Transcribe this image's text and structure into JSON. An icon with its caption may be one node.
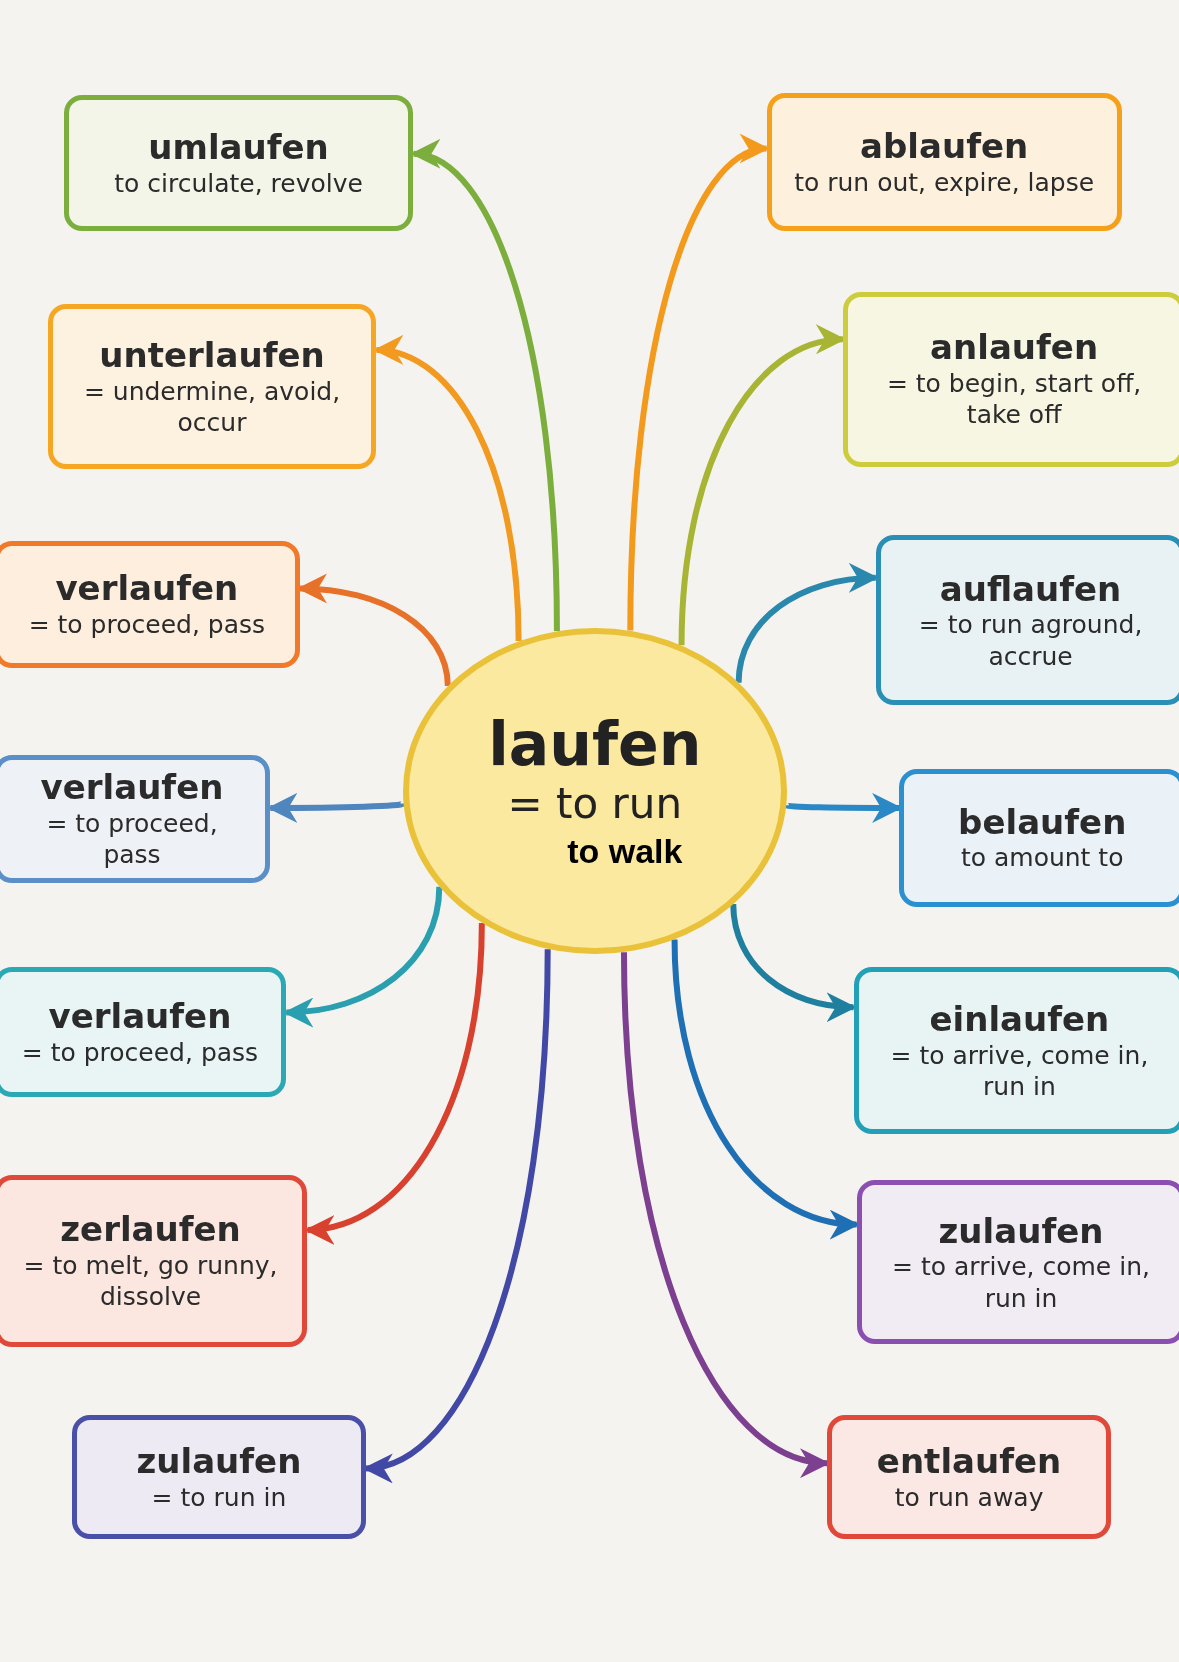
{
  "diagram": {
    "nodes": [
      {
        "text": [
          "laufen",
          "= to run",
          "to walk"
        ]
      },
      {
        "text": [
          "umlaufen",
          "to circulate, revolve"
        ]
      },
      {
        "text": [
          "unterlaufen",
          "= undermine, avoid, occur"
        ]
      },
      {
        "text": [
          "verlaufen",
          "= to proceed, pass"
        ]
      },
      {
        "text": [
          "verlaufen",
          "= to proceed, pass"
        ]
      },
      {
        "text": [
          "verlaufen",
          "= to proceed, pass"
        ]
      },
      {
        "text": [
          "zerlaufen",
          "= to melt, go runny, dissolve"
        ]
      },
      {
        "text": [
          "zulaufen",
          "= to run in"
        ]
      },
      {
        "text": [
          "ablaufen",
          "to run out, expire, lapse"
        ]
      },
      {
        "text": [
          "anlaufen",
          "= to begin, start off, take off"
        ]
      },
      {
        "text": [
          "auflaufen",
          "= to run aground, accrue"
        ]
      },
      {
        "text": [
          "belaufen",
          "to amount to"
        ]
      },
      {
        "text": [
          "einlaufen",
          "= to arrive, come in, run in"
        ]
      },
      {
        "text": [
          "zulaufen",
          "= to arrive, come in, run in"
        ]
      },
      {
        "text": [
          "entlaufen",
          "to run away"
        ]
      }
    ],
    "edges": [
      {
        "from": 0,
        "to": 1,
        "arrow": "to",
        "color": "#7cae3e"
      },
      {
        "from": 0,
        "to": 2,
        "arrow": "to",
        "color": "#f29a1f"
      },
      {
        "from": 0,
        "to": 3,
        "arrow": "to",
        "color": "#e8712a"
      },
      {
        "from": 0,
        "to": 4,
        "arrow": "to",
        "color": "#4f86bd"
      },
      {
        "from": 0,
        "to": 5,
        "arrow": "to",
        "color": "#2a9fb0"
      },
      {
        "from": 0,
        "to": 6,
        "arrow": "to",
        "color": "#d9412f"
      },
      {
        "from": 0,
        "to": 7,
        "arrow": "to",
        "color": "#4148a5"
      },
      {
        "from": 0,
        "to": 8,
        "arrow": "to",
        "color": "#f39a1c"
      },
      {
        "from": 0,
        "to": 9,
        "arrow": "to",
        "color": "#a8b534"
      },
      {
        "from": 0,
        "to": 10,
        "arrow": "to",
        "color": "#2a88ad"
      },
      {
        "from": 0,
        "to": 11,
        "arrow": "to",
        "color": "#2a88c4"
      },
      {
        "from": 0,
        "to": 12,
        "arrow": "to",
        "color": "#1f7f9e"
      },
      {
        "from": 0,
        "to": 13,
        "arrow": "to",
        "color": "#1f6fb5"
      },
      {
        "from": 0,
        "to": 14,
        "arrow": "to",
        "color": "#7d3f8f"
      }
    ]
  }
}
